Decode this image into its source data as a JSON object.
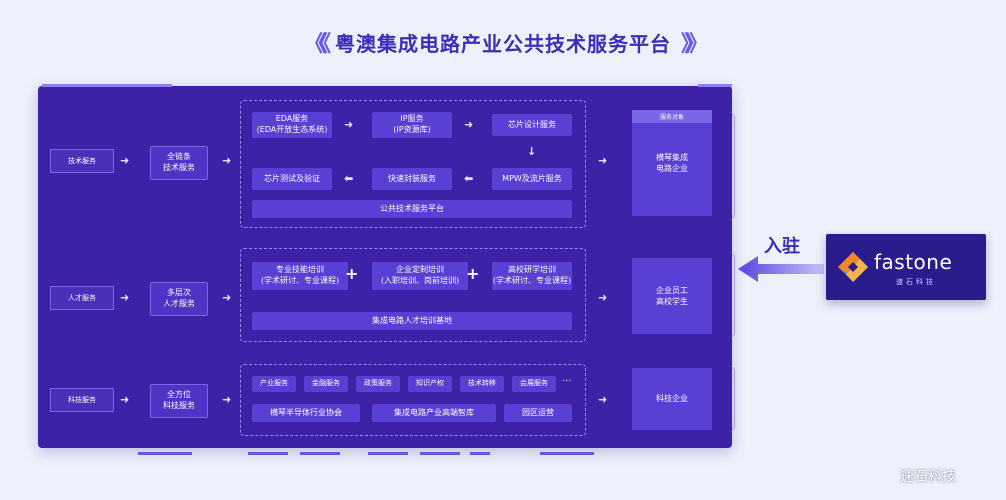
{
  "title": "粤澳集成电路产业公共技术服务平台",
  "title_chevrons_left": "《《",
  "title_chevrons_right": "》》",
  "rows": {
    "tech": {
      "label": "技术服务",
      "middle": "全链条\n技术服务",
      "boxes": {
        "eda": "EDA服务\n(EDA开放生态系统)",
        "ip": "IP服务\n(IP资源库)",
        "chip_design": "芯片设计服务",
        "chip_test": "芯片测试及验证",
        "packaging": "快速封装服务",
        "mpw": "MPW及流片服务"
      },
      "footer": "公共技术服务平台",
      "target_tag": "服务对象",
      "target": "横琴集成\n电路企业"
    },
    "talent": {
      "label": "人才服务",
      "middle": "多层次\n人才服务",
      "boxes": {
        "skill": "专业技能培训\n(学术研讨、专业课程)",
        "custom": "企业定制培训\n(入职培训、岗前培训)",
        "college": "高校研学培训\n(学术研讨、专业课程)"
      },
      "footer": "集成电路人才培训基地",
      "target": "企业员工\n高校学生"
    },
    "sci": {
      "label": "科技服务",
      "middle": "全方位\n科技服务",
      "chips": [
        "产业服务",
        "金融服务",
        "政策服务",
        "知识产权",
        "技术转移",
        "会展服务"
      ],
      "ellipsis": "···",
      "bottom": [
        "横琴半导体行业协会",
        "集成电路产业高端智库",
        "园区运营"
      ],
      "target": "科技企业"
    }
  },
  "entry_label": "入驻",
  "brand": {
    "name": "fastone",
    "sub": "速石科技"
  },
  "watermark": "速石科技",
  "colors": {
    "panel": "#3d22a8",
    "box": "#5a3fd4",
    "title": "#3a2db8",
    "accent": "#6a58e8",
    "logo_orange": "#f08a24",
    "logo_blue": "#4a7bf0"
  }
}
